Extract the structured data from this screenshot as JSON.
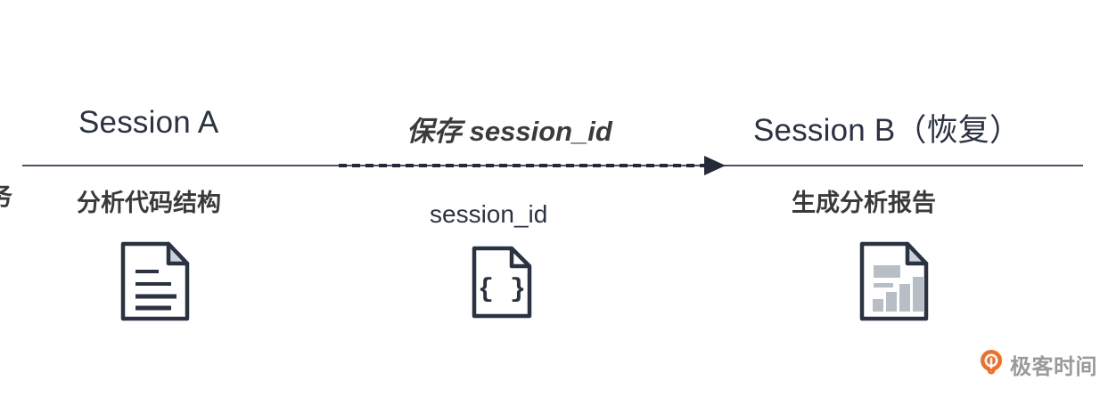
{
  "diagram": {
    "type": "timeline-sequence",
    "title_sessions": {
      "left": "Session A",
      "right": "Session B（恢复）"
    },
    "transfer": {
      "label": "保存 session_id",
      "payload_label": "session_id",
      "arrow_style": "dashed-right-arrow",
      "arrow_color": "#232b3b"
    },
    "steps": [
      {
        "id": "step-analyze",
        "label": "分析代码结构",
        "icon": "document-lines-icon"
      },
      {
        "id": "step-payload",
        "label": "session_id",
        "icon": "json-braces-document-icon"
      },
      {
        "id": "step-report",
        "label": "生成分析报告",
        "icon": "report-chart-document-icon"
      }
    ],
    "clipped_left_label": "务",
    "timeline": {
      "color": "#4a5160",
      "dashed_color": "#232b3b"
    }
  },
  "watermark": {
    "brand": "极客时间",
    "logo_color": "#ef6f28",
    "text_color": "#9a9a9a"
  },
  "colors": {
    "heading": "#2b3242",
    "body": "#3a3a3a",
    "icon_stroke": "#2b3242",
    "icon_fill_gray": "#b8bec6",
    "background": "#ffffff"
  }
}
